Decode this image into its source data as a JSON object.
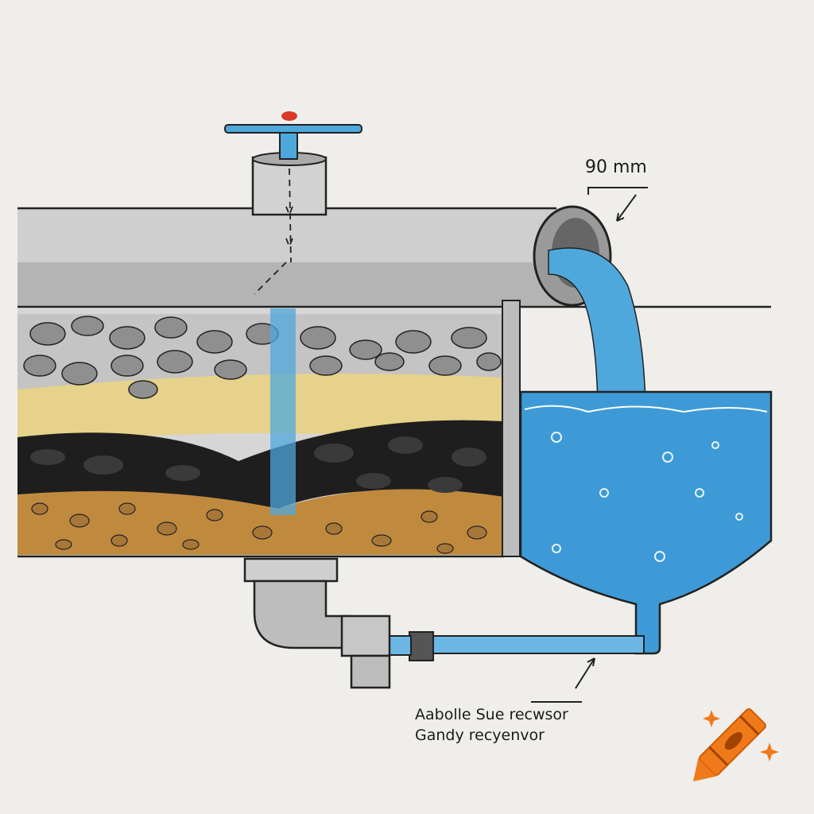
{
  "annotations": {
    "dimension": "90 mm",
    "caption_line1": "Aabolle Sue recwsor",
    "caption_line2": "Gandy recyenvor"
  },
  "colors": {
    "pipe_gray": "#c9c9c9",
    "water_blue": "#4fa8dc",
    "sand": "#e6d28a",
    "charcoal": "#1e1e1e",
    "soil": "#c08a3e",
    "logo_orange": "#f07a1a"
  },
  "logo": {
    "icon": "crayon-icon"
  }
}
